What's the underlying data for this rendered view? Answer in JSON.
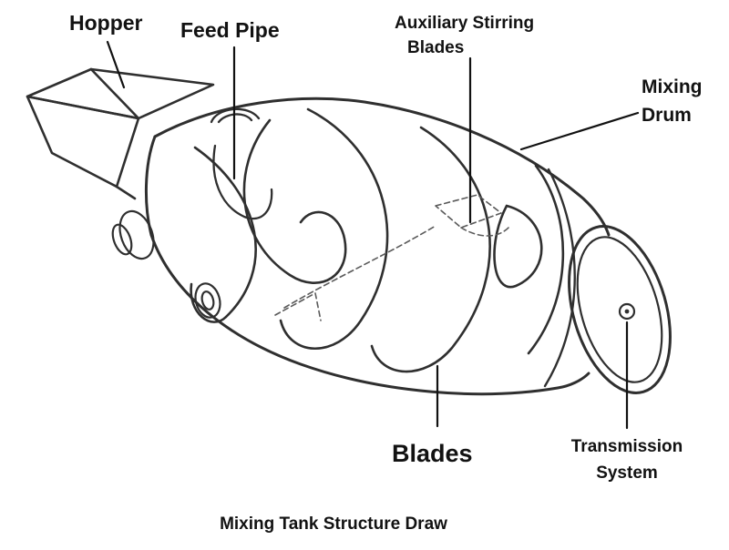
{
  "diagram": {
    "caption": "Mixing Tank Structure Draw",
    "labels": {
      "hopper": "Hopper",
      "feed_pipe": "Feed Pipe",
      "auxiliary_line1": "Auxiliary Stirring",
      "auxiliary_line2": "Blades",
      "mixing_drum_line1": "Mixing",
      "mixing_drum_line2": "Drum",
      "blades": "Blades",
      "transmission_line1": "Transmission",
      "transmission_line2": "System"
    },
    "colors": {
      "line": "#2f2f2f",
      "dashed_line": "#5a5a5a",
      "text": "#121212",
      "background": "#ffffff"
    }
  }
}
